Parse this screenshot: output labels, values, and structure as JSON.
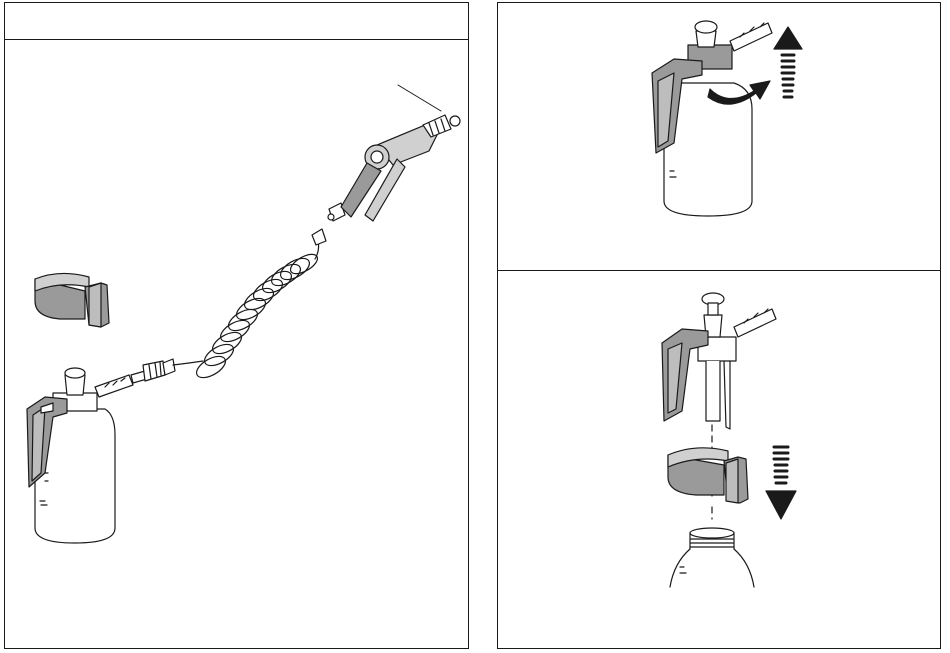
{
  "figure": {
    "panels": [
      {
        "id": "assembly-overview",
        "parts": [
          "bottle-sprayer",
          "coil-hose",
          "spray-gun",
          "holder-clip"
        ]
      },
      {
        "id": "remove-pump-step",
        "arrows": [
          "rotate",
          "up"
        ]
      },
      {
        "id": "attach-holder-step",
        "arrows": [
          "down"
        ]
      }
    ],
    "colors": {
      "outline": "#1a1a1a",
      "part_fill": "#9a9a9a",
      "light_fill": "#d0d0d0",
      "background": "#ffffff"
    }
  }
}
